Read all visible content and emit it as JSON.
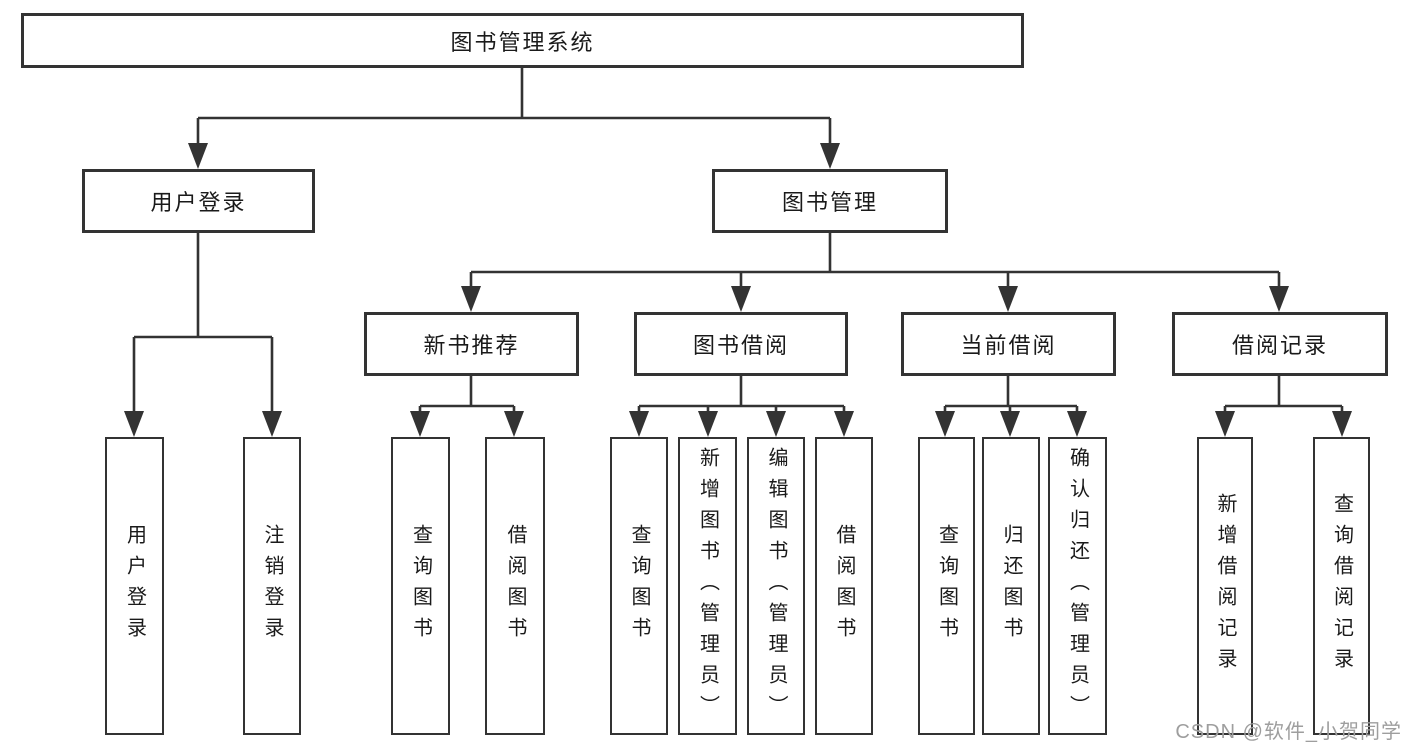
{
  "diagram": {
    "root": {
      "label": "图书管理系统"
    },
    "level2": [
      {
        "label": "用户登录"
      },
      {
        "label": "图书管理"
      }
    ],
    "level3": [
      {
        "label": "新书推荐"
      },
      {
        "label": "图书借阅"
      },
      {
        "label": "当前借阅"
      },
      {
        "label": "借阅记录"
      }
    ],
    "leaves": [
      {
        "label": "用户登录"
      },
      {
        "label": "注销登录"
      },
      {
        "label": "查询图书"
      },
      {
        "label": "借阅图书"
      },
      {
        "label": "查询图书"
      },
      {
        "label": "新增图书（管理员）"
      },
      {
        "label": "编辑图书（管理员）"
      },
      {
        "label": "借阅图书"
      },
      {
        "label": "查询图书"
      },
      {
        "label": "归还图书"
      },
      {
        "label": "确认归还（管理员）"
      },
      {
        "label": "新增借阅记录"
      },
      {
        "label": "查询借阅记录"
      }
    ],
    "watermark": "CSDN @软件_小贺同学",
    "colors": {
      "line": "#333333",
      "text": "#1a1a1a",
      "watermark": "#9e9e9e"
    }
  }
}
